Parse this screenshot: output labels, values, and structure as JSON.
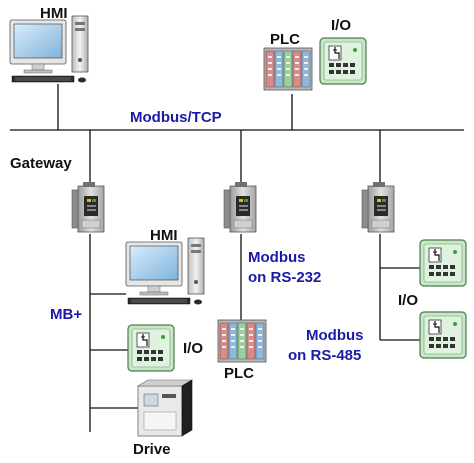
{
  "colors": {
    "bus_line": "#111111",
    "protocol_text": "#1a1aa6",
    "label_text": "#111111",
    "io_module_green": "#c8e6c8"
  },
  "labels": {
    "hmi_top": "HMI",
    "plc_top": "PLC",
    "io_top": "I/O",
    "modbus_tcp": "Modbus/TCP",
    "gateway": "Gateway",
    "hmi_mid": "HMI",
    "mb_plus": "MB+",
    "io_mid": "I/O",
    "drive": "Drive",
    "modbus_rs232_line1": "Modbus",
    "modbus_rs232_line2": "on RS-232",
    "plc_bottom": "PLC",
    "io_right": "I/O",
    "modbus_rs485_line1": "Modbus",
    "modbus_rs485_line2": "on RS-485"
  },
  "devices": {
    "hmi_top": "desktop-computer-icon",
    "plc_top": "plc-rack-icon",
    "io_top": "io-module-icon",
    "gateway_left": "gateway-module-icon",
    "gateway_middle": "gateway-module-icon",
    "gateway_right": "gateway-module-icon",
    "hmi_mid": "desktop-computer-icon",
    "io_mid": "io-module-icon",
    "drive": "variable-speed-drive-icon",
    "plc_bottom": "plc-rack-icon",
    "io_right_upper": "io-module-icon",
    "io_right_lower": "io-module-icon"
  }
}
